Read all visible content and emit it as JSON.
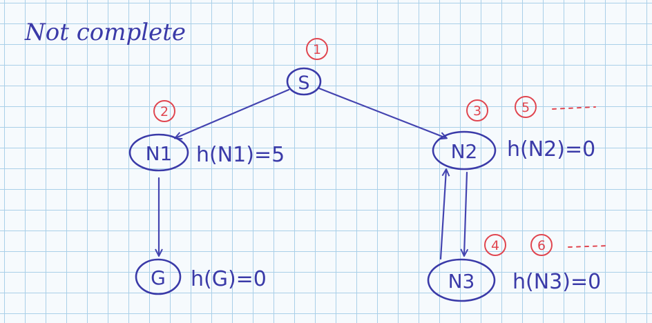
{
  "title": "Not  complete",
  "colors": {
    "ink_blue": "#3a3aa8",
    "ink_red": "#e0454f",
    "grid": "#a9cfe8"
  },
  "nodes": {
    "s": {
      "label": "S"
    },
    "n1": {
      "label": "N1",
      "heuristic": "h(N1)=5"
    },
    "n2": {
      "label": "N2",
      "heuristic": "h(N2)=0"
    },
    "n3": {
      "label": "N3",
      "heuristic": "h(N3)=0"
    },
    "g": {
      "label": "G",
      "heuristic": "h(G)=0"
    }
  },
  "order_marks": {
    "s": [
      "1"
    ],
    "n1": [
      "2"
    ],
    "n2": [
      "3",
      "5"
    ],
    "n3": [
      "4",
      "6"
    ]
  },
  "edges": [
    {
      "from": "S",
      "to": "N1"
    },
    {
      "from": "S",
      "to": "N2"
    },
    {
      "from": "N1",
      "to": "G"
    },
    {
      "from": "N2",
      "to": "N3"
    },
    {
      "from": "N3",
      "to": "N2"
    }
  ]
}
